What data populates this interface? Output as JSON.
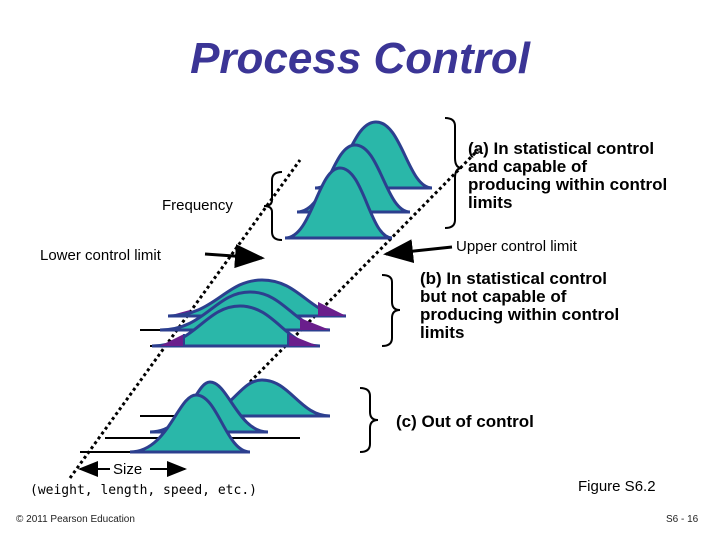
{
  "title": "Process Control",
  "labels": {
    "frequency": "Frequency",
    "lower_control_limit": "Lower control limit",
    "upper_control_limit": "Upper control limit",
    "size": "Size",
    "size_examples": "(weight, length, speed, etc.)",
    "figure": "Figure S6.2"
  },
  "cases": [
    {
      "id": "a",
      "text": "(a) In statistical control and capable of producing within control limits"
    },
    {
      "id": "b",
      "text": "(b) In statistical control but not capable of producing within control limits"
    },
    {
      "id": "c",
      "text": "(c) Out of control"
    }
  ],
  "footer": {
    "copyright": "© 2011 Pearson Education",
    "page": "S6 - 16"
  },
  "colors": {
    "title": "#3b3596",
    "curve_fill": "#2ab7a9",
    "curve_stroke": "#2c3f8f",
    "tail_fill": "#6a1e8c"
  }
}
